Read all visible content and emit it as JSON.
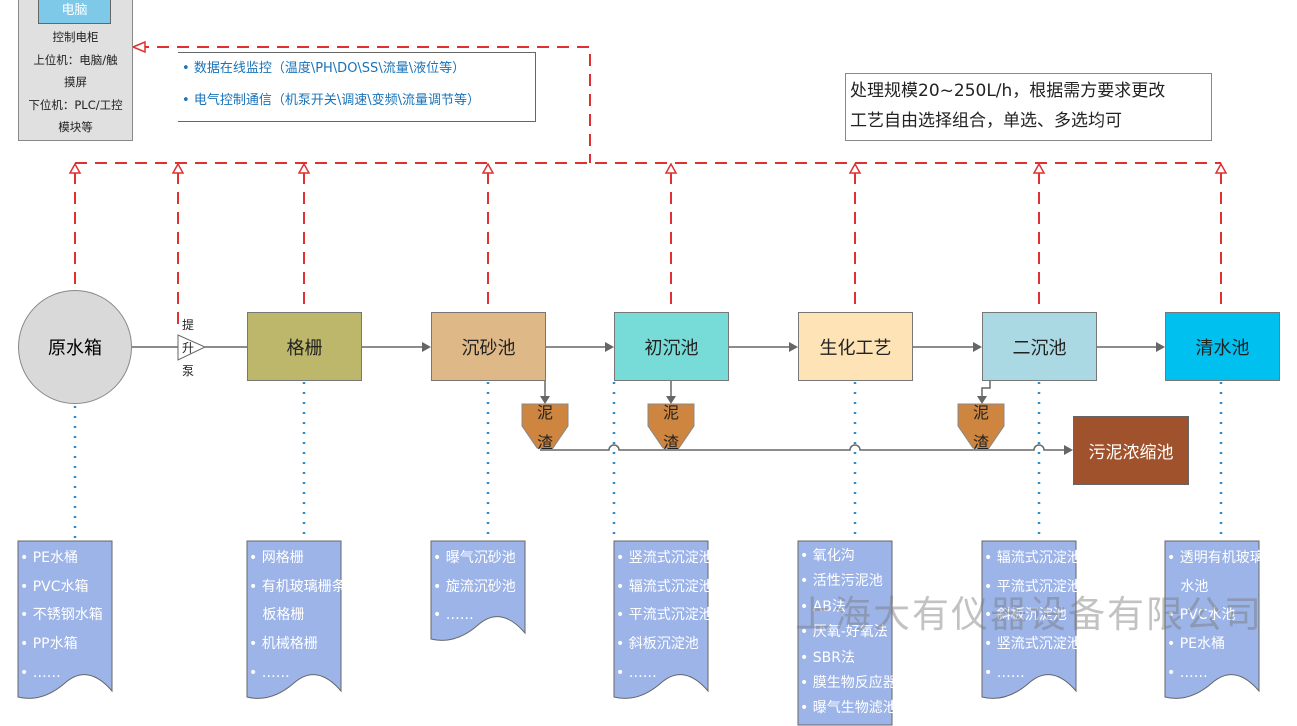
{
  "control_cabinet": {
    "pc_label": "电脑",
    "lines": [
      "控制电柜",
      "上位机：电脑/触",
      "摸屏",
      "下位机：PLC/工控",
      "模块等"
    ]
  },
  "info_box": {
    "items": [
      "数据在线监控（温度\\PH\\DO\\SS\\流量\\液位等）",
      "电气控制通信（机泵开关\\调速\\变频\\流量调节等）"
    ]
  },
  "note": {
    "lines": [
      "处理规模20~250L/h，根据需方要求更改",
      "工艺自由选择组合，单选、多选均可"
    ]
  },
  "colors": {
    "control_line": "#e03030",
    "dotted_line": "#2a8fd0",
    "list_fill": "#9db4e8"
  },
  "pump": {
    "chars": [
      "提",
      "升",
      "泵"
    ]
  },
  "process": [
    {
      "label": "原水箱",
      "color": "#d9d9d9"
    },
    {
      "label": "格栅",
      "color": "#bcb76a"
    },
    {
      "label": "沉砂池",
      "color": "#deb887"
    },
    {
      "label": "初沉池",
      "color": "#77dbd8"
    },
    {
      "label": "生化工艺",
      "color": "#fde3b5"
    },
    {
      "label": "二沉池",
      "color": "#aad8e3"
    },
    {
      "label": "清水池",
      "color": "#00c0f0"
    }
  ],
  "sludge_hopper": {
    "chars": [
      "泥",
      "渣"
    ],
    "color": "#cd853f"
  },
  "sludge_tank": {
    "label": "污泥浓缩池",
    "color": "#a0522d"
  },
  "options": [
    [
      "PE水桶",
      "PVC水箱",
      "不锈钢水箱",
      "PP水箱",
      "……"
    ],
    [
      "网格栅",
      "有机玻璃栅条",
      "板格栅",
      "机械格栅",
      "……"
    ],
    [
      "曝气沉砂池",
      "旋流沉砂池",
      "……"
    ],
    [
      "竖流式沉淀池",
      "辐流式沉淀池",
      "平流式沉淀池",
      "斜板沉淀池",
      "……"
    ],
    [
      "氧化沟",
      "活性污泥池",
      "AB法",
      "厌氧-好氧法",
      "SBR法",
      "膜生物反应器",
      "曝气生物滤池"
    ],
    [
      "辐流式沉淀池",
      "平流式沉淀池",
      "斜板沉淀池",
      "竖流式沉淀池",
      "……"
    ],
    [
      "透明有机玻璃",
      "水池",
      "PVC水池",
      "PE水桶",
      "……"
    ]
  ],
  "watermark": "上海大有仪器设备有限公司"
}
